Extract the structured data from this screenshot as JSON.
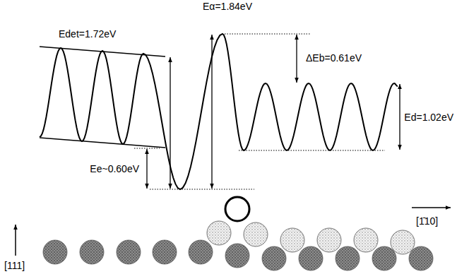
{
  "diagram": {
    "labels": [
      "Eα=1.84eV",
      "Edet=1.72eV",
      "ΔEb=0.61eV",
      "Ed=1.02eV",
      "Ee~0.60eV",
      "[111]",
      "[1̄10]"
    ]
  }
}
